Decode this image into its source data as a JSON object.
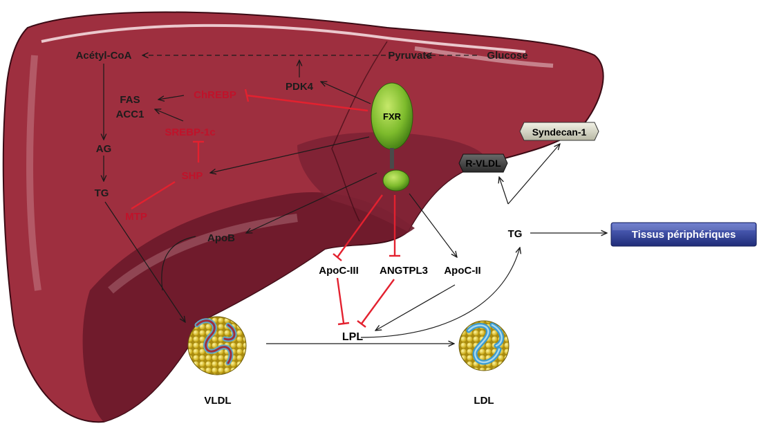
{
  "labels": {
    "acetyl_coa": "Acétyl-CoA",
    "pyruvate": "Pyruvate",
    "glucose": "Glucose",
    "pdk4": "PDK4",
    "chrebp": "ChREBP",
    "fas": "FAS",
    "acc1": "ACC1",
    "srebp": "SREBP-1c",
    "ag": "AG",
    "tg_liver": "TG",
    "shp": "SHP",
    "mtp": "MTP",
    "apob": "ApoB",
    "fxr": "FXR",
    "syndecan": "Syndecan-1",
    "rvldl": "R-VLDL",
    "tg_plasma": "TG",
    "tissus": "Tissus périphériques",
    "apoc3": "ApoC-III",
    "angptl3": "ANGTPL3",
    "apoc2": "ApoC-II",
    "lpl": "LPL",
    "vldl": "VLDL",
    "ldl": "LDL"
  },
  "colors": {
    "liver": "#9e2f3f",
    "liver_dark": "#6a1a2a",
    "fxr_green": "#6fae2a",
    "inhibition_red": "#e3212f",
    "tissus_blue": "#2e3f95",
    "syndecan_fill": "#dcdcc8",
    "rvldl_fill": "#4a4a4a"
  },
  "icons": [
    "liver-illustration",
    "fxr-receptor",
    "vldl-particle",
    "ldl-particle"
  ]
}
